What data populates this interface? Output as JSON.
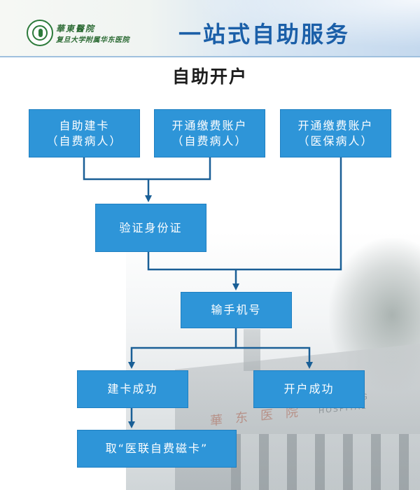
{
  "header": {
    "hospital_name": "華東醫院",
    "hospital_sub": "复旦大学附属华东医院",
    "title": "一站式自助服务"
  },
  "section_title": "自助开户",
  "flow": {
    "nodes": [
      {
        "id": "b1",
        "lines": [
          "自助建卡",
          "（自费病人）"
        ]
      },
      {
        "id": "b2",
        "lines": [
          "开通缴费账户",
          "（自费病人）"
        ]
      },
      {
        "id": "b3",
        "lines": [
          "开通缴费账户",
          "（医保病人）"
        ]
      },
      {
        "id": "b4",
        "lines": [
          "验证身份证"
        ]
      },
      {
        "id": "b5",
        "lines": [
          "输手机号"
        ]
      },
      {
        "id": "b6",
        "lines": [
          "建卡成功"
        ]
      },
      {
        "id": "b7",
        "lines": [
          "开户成功"
        ]
      },
      {
        "id": "b8",
        "lines": [
          "取“医联自费磁卡”"
        ]
      }
    ],
    "edges": [
      {
        "from": "b1",
        "to": "b4"
      },
      {
        "from": "b2",
        "to": "b4"
      },
      {
        "from": "b4",
        "to": "b5"
      },
      {
        "from": "b3",
        "to": "b5"
      },
      {
        "from": "b5",
        "to": "b6"
      },
      {
        "from": "b5",
        "to": "b7"
      },
      {
        "from": "b6",
        "to": "b8"
      }
    ]
  },
  "background": {
    "sign_en": "HUADONG HOSPITAL",
    "sign_cn": "華东医院"
  },
  "colors": {
    "box_fill": "#2e95d8",
    "title_blue": "#1b5fa8",
    "line": "#1a5f96"
  }
}
